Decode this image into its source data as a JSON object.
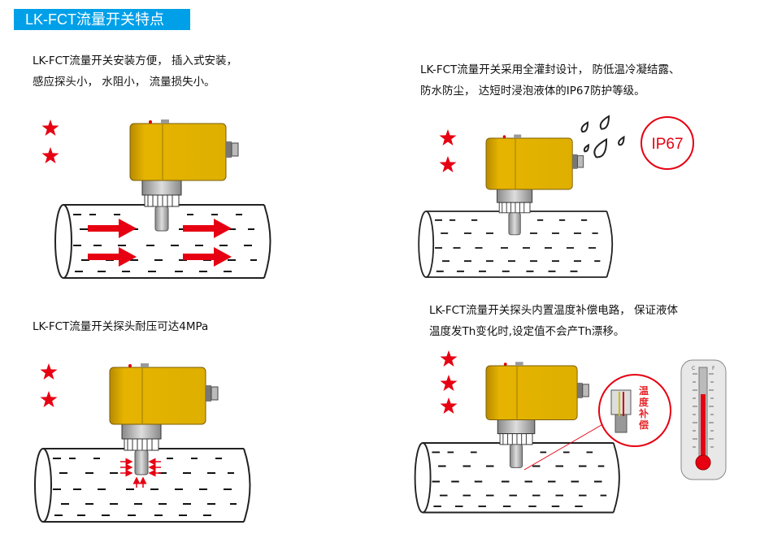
{
  "title": "LK-FCT流量开关特点",
  "features": [
    {
      "lines": [
        "LK-FCT流量开关安装方便，  插入式安装，",
        "感应探头小，  水阻小，  流量损失小。"
      ],
      "stars": 2
    },
    {
      "lines": [
        "LK-FCT流量开关采用全灌封设计，  防低温冷凝结露、",
        "防水防尘，  达短时浸泡液体的IP67防护等级。"
      ],
      "stars": 2,
      "badge": "IP67"
    },
    {
      "lines": [
        "LK-FCT流量开关探头耐压可达4MPa"
      ],
      "stars": 2
    },
    {
      "lines": [
        "LK-FCT流量开关探头内置温度补偿电路，  保证液体",
        "温度发Th变化时,设定值不会产Th漂移。"
      ],
      "stars": 3,
      "callout": "温度补偿",
      "thermo_scale": [
        "C",
        "F"
      ]
    }
  ],
  "colors": {
    "accent": "#00a0e9",
    "star": "#e60012",
    "device": "#e0b000"
  }
}
